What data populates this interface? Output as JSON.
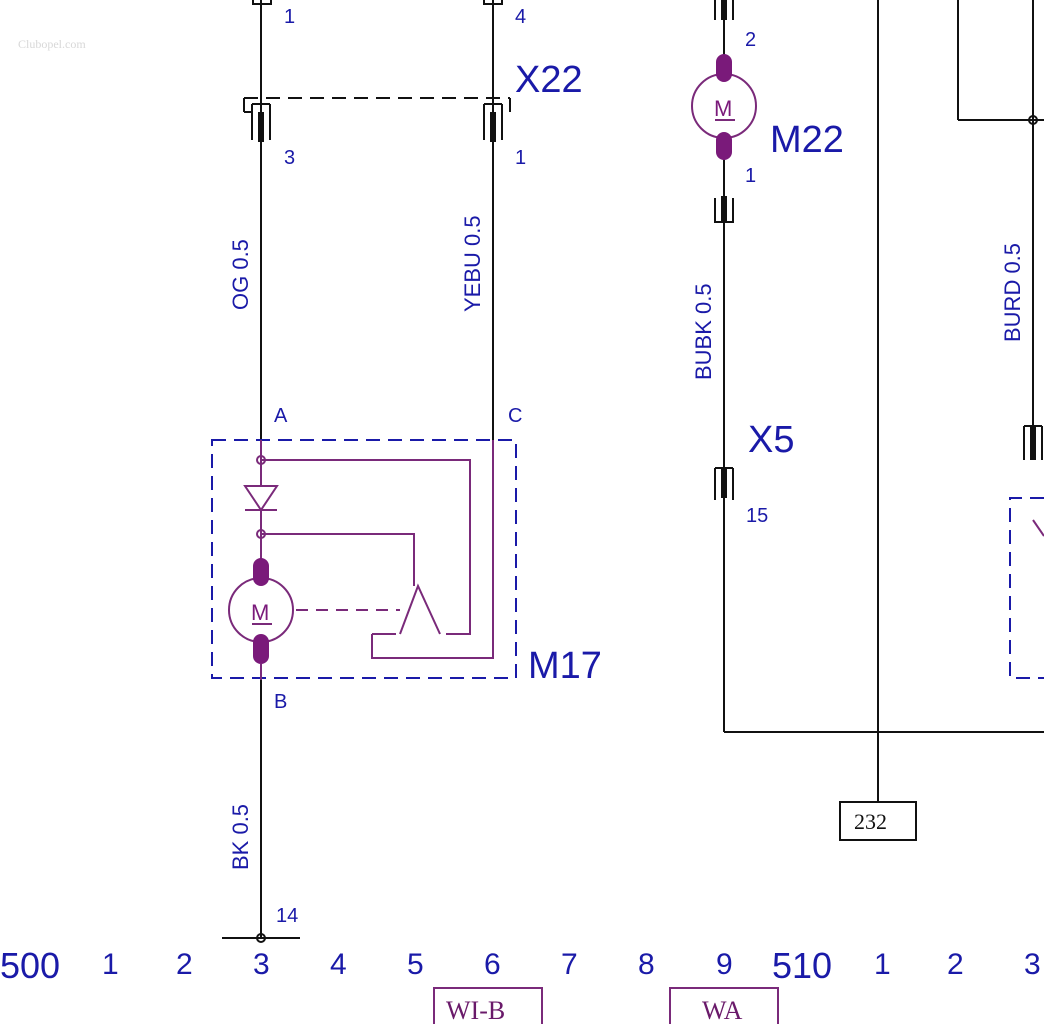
{
  "watermark": "Clubopel.com",
  "connectors": {
    "x22": {
      "label": "X22",
      "left_top_pin": "1",
      "right_top_pin": "4",
      "left_bottom_pin": "3",
      "right_bottom_pin": "1"
    },
    "x5": {
      "label": "X5",
      "pin": "15"
    }
  },
  "motors": {
    "m22": {
      "label": "M22",
      "pin_top": "2",
      "pin_bottom": "1",
      "symbol": "M"
    },
    "m17": {
      "label": "M17",
      "pin_a": "A",
      "pin_b": "B",
      "pin_c": "C",
      "symbol": "M"
    }
  },
  "wires": {
    "og": "OG 0.5",
    "yebu": "YEBU 0.5",
    "bubk": "BUBK 0.5",
    "burd": "BURD 0.5",
    "bk": "BK 0.5"
  },
  "ground_pin": "14",
  "reference_box": "232",
  "ruler": {
    "start": "500",
    "mid": "510",
    "ticks_first": [
      "1",
      "2",
      "3",
      "4",
      "5",
      "6",
      "7",
      "8",
      "9"
    ],
    "ticks_second": [
      "1",
      "2",
      "3"
    ]
  },
  "zones": [
    "WI-B",
    "WA"
  ]
}
